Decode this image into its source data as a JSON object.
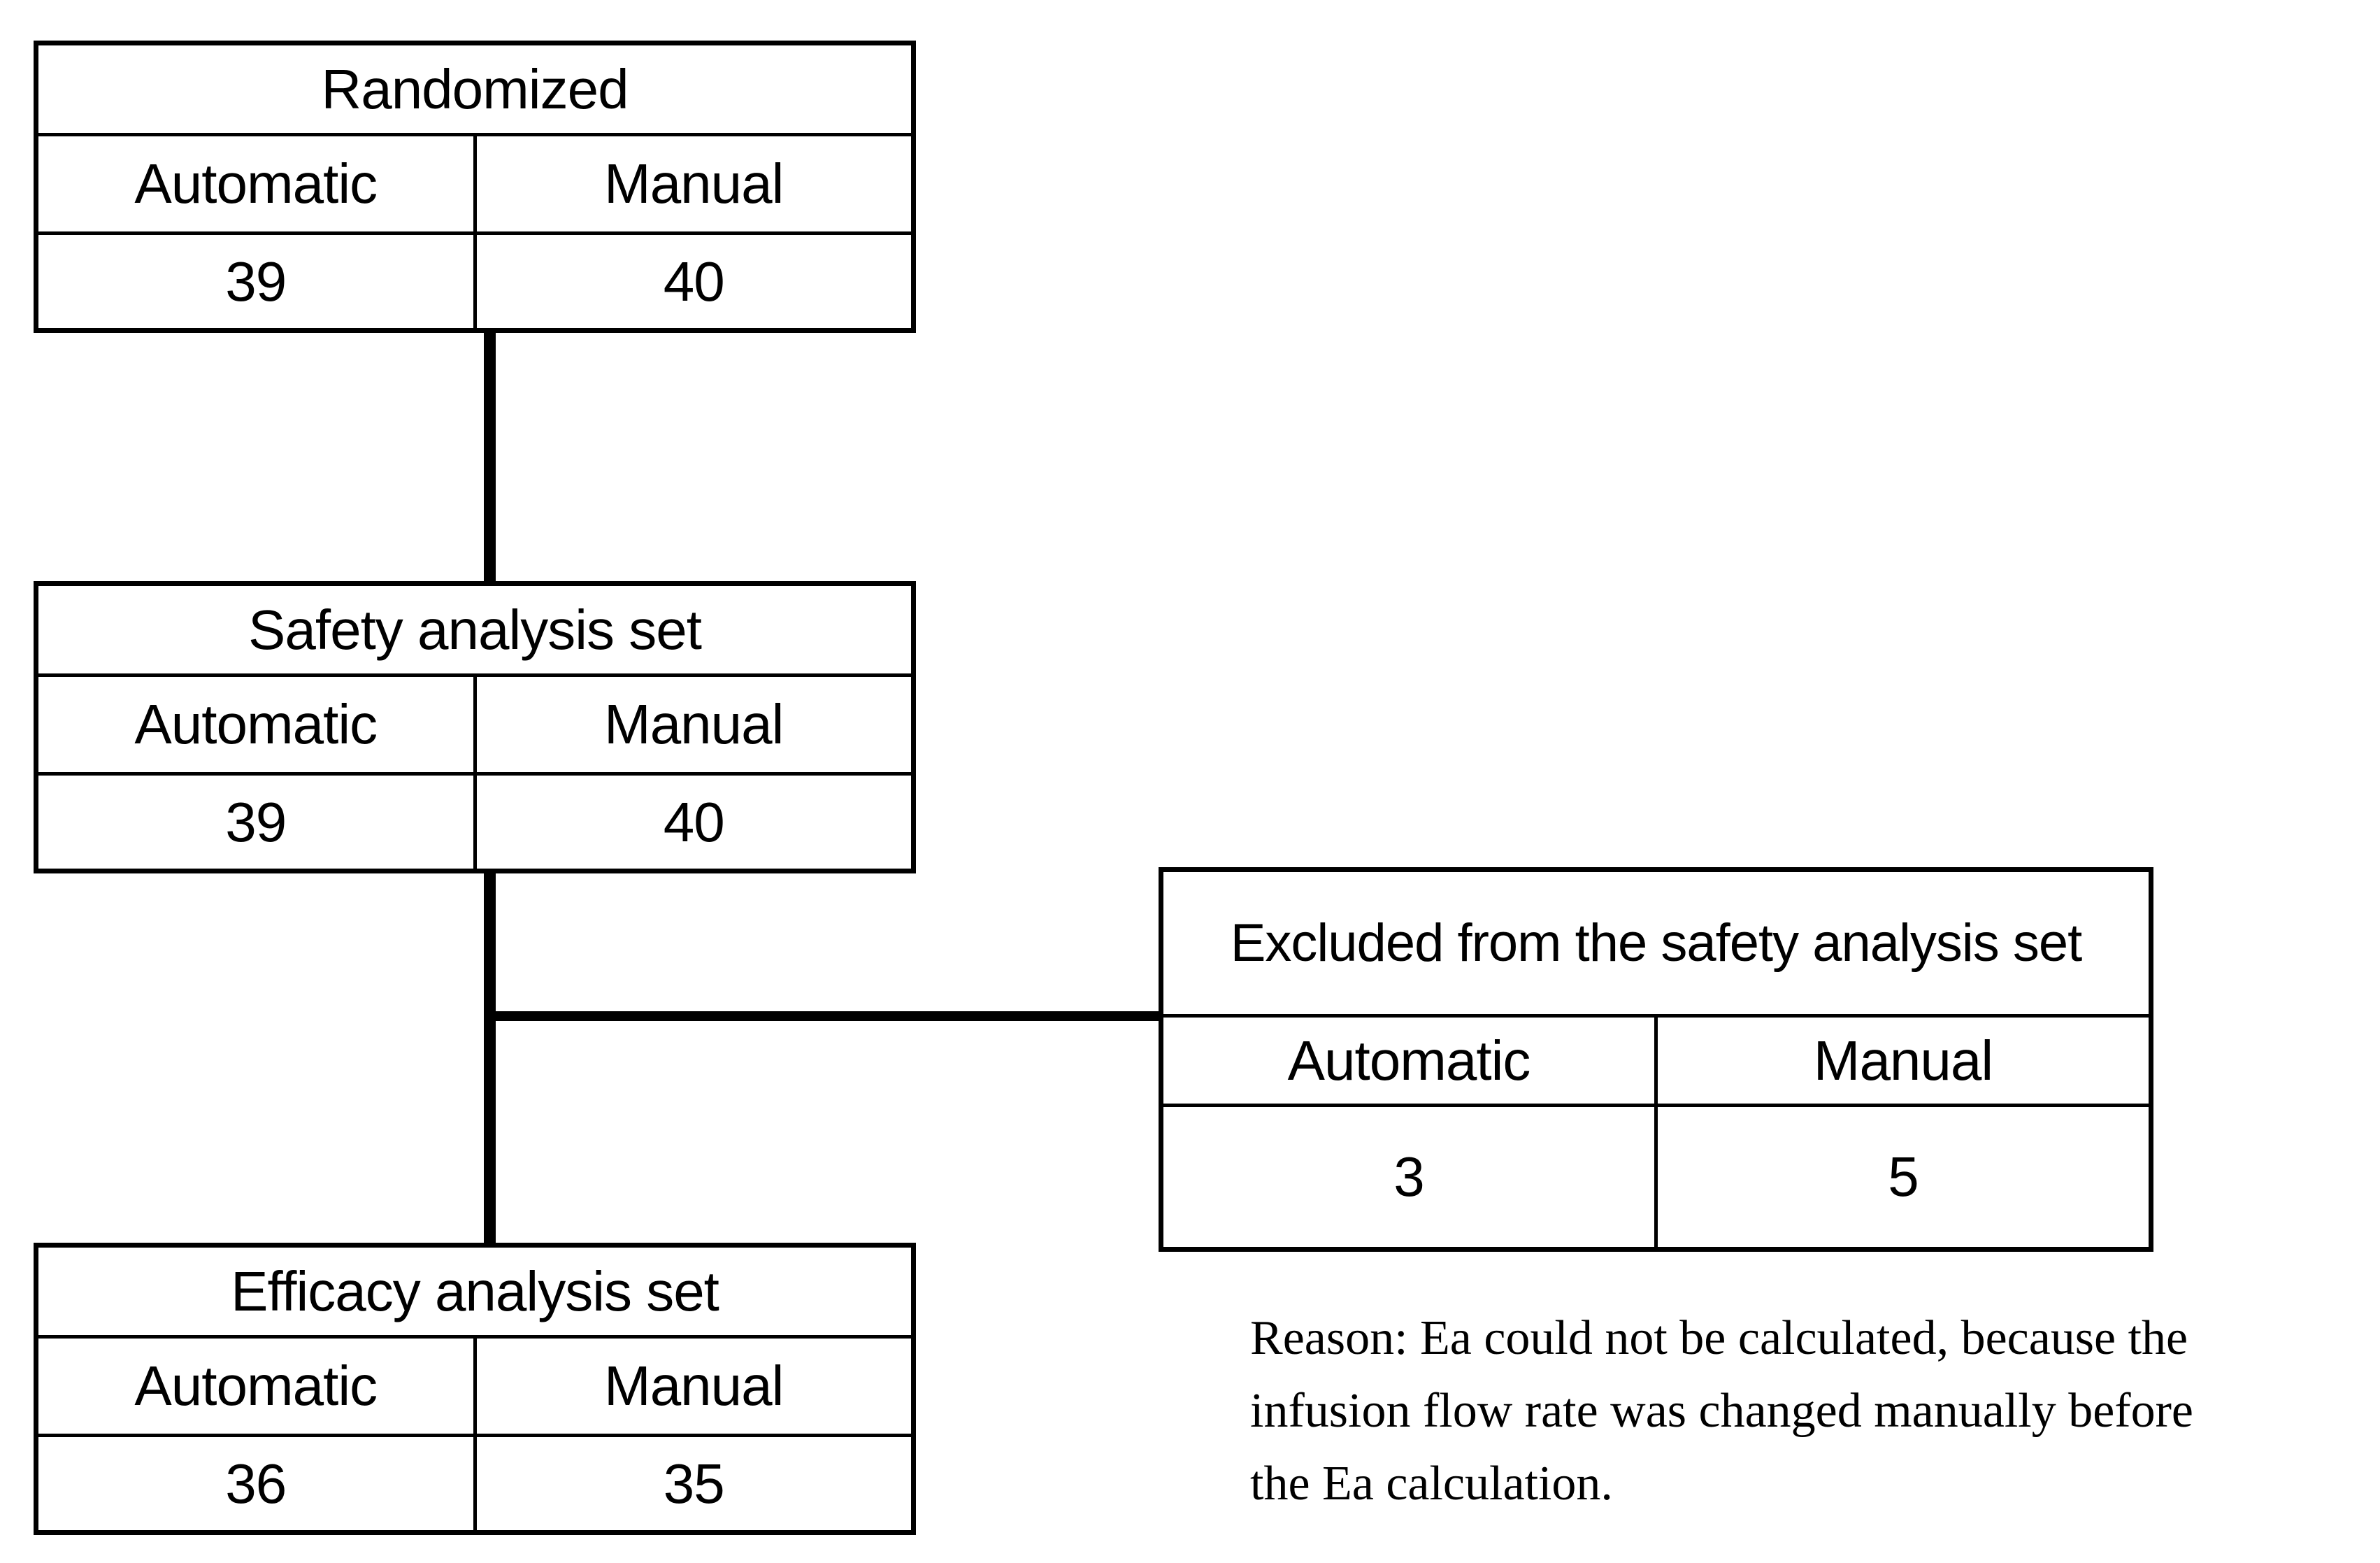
{
  "flowchart": {
    "randomized": {
      "title": "Randomized",
      "columns": [
        "Automatic",
        "Manual"
      ],
      "values": [
        "39",
        "40"
      ]
    },
    "safety": {
      "title": "Safety analysis set",
      "columns": [
        "Automatic",
        "Manual"
      ],
      "values": [
        "39",
        "40"
      ]
    },
    "efficacy": {
      "title": "Efficacy analysis set",
      "columns": [
        "Automatic",
        "Manual"
      ],
      "values": [
        "36",
        "35"
      ]
    },
    "excluded": {
      "title": "Excluded from the safety analysis set",
      "columns": [
        "Automatic",
        "Manual"
      ],
      "values": [
        "3",
        "5"
      ]
    },
    "reason": {
      "line1": "Reason: Ea could not be calculated, because the",
      "line2": "infusion flow rate was changed manually before",
      "line3": "the Ea calculation."
    }
  },
  "colors": {
    "line": "#000000",
    "background": "#ffffff",
    "text": "#000000"
  }
}
